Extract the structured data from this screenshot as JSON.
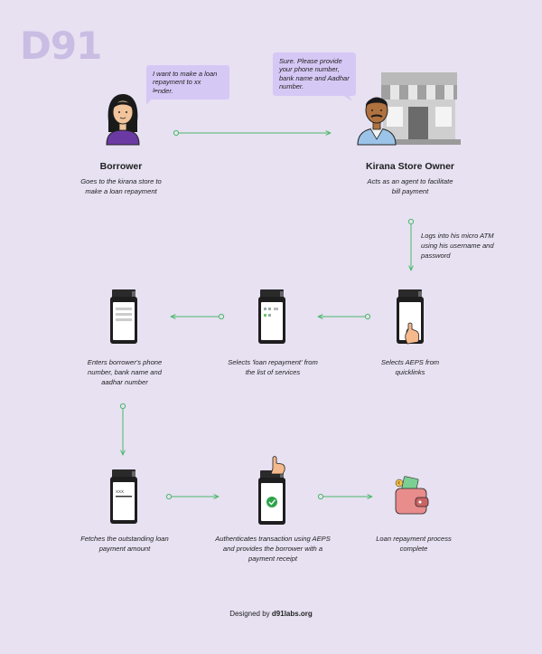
{
  "brand": {
    "logo": "D91"
  },
  "borrower": {
    "speech": "I want to make a loan repayment to xx lender.",
    "title": "Borrower",
    "description": "Goes to the kirana store to make a loan repayment"
  },
  "store_owner": {
    "speech": "Sure. Please provide your phone number, bank name and Aadhar number.",
    "title": "Kirana Store Owner",
    "description": "Acts as an agent to facilitate bill payment"
  },
  "steps": {
    "login": "Logs into his micro ATM using his username and password",
    "aeps": "Selects AEPS from quicklinks",
    "loan_repayment": "Selects 'loan repayment' from the list of services",
    "enter_details": "Enters borrower's phone number, bank name and aadhar number",
    "fetch_amount": "Fetches the outstanding loan payment amount",
    "authenticate": "Authenticates transaction using AEPS and provides the borrower with a payment receipt",
    "complete": "Loan repayment process complete"
  },
  "screen_text": {
    "fetch_code": "XXX"
  },
  "footer": {
    "prefix": "Designed by",
    "link": "d91labs.org"
  },
  "colors": {
    "background": "#e7e1f2",
    "bubble": "#d6c8f5",
    "arrow": "#4cb86a",
    "logo": "#c9bde3"
  }
}
